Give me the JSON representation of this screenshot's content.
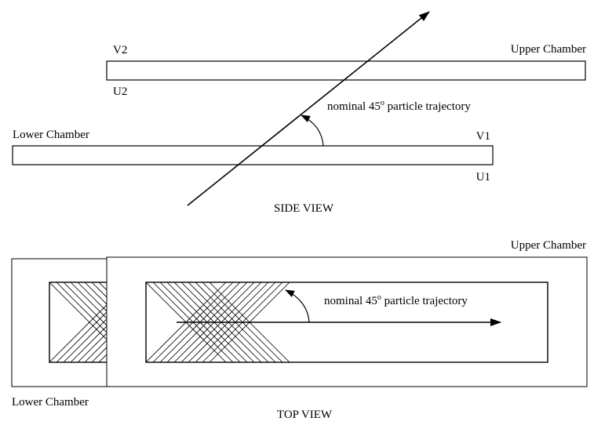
{
  "side_view": {
    "caption": "SIDE VIEW",
    "upper_chamber_label": "Upper Chamber",
    "lower_chamber_label": "Lower Chamber",
    "upper_top_plane": "V2",
    "upper_bottom_plane": "U2",
    "lower_top_plane": "V1",
    "lower_bottom_plane": "U1",
    "trajectory_text": "nominal 45",
    "trajectory_superscript": "o",
    "trajectory_suffix": " particle trajectory"
  },
  "top_view": {
    "caption": "TOP VIEW",
    "upper_chamber_label": "Upper Chamber",
    "lower_chamber_label": "Lower Chamber",
    "trajectory_text": "nominal 45",
    "trajectory_superscript": "o",
    "trajectory_suffix": " particle trajectory"
  },
  "colors": {
    "stroke": "#000000",
    "background": "#ffffff"
  }
}
